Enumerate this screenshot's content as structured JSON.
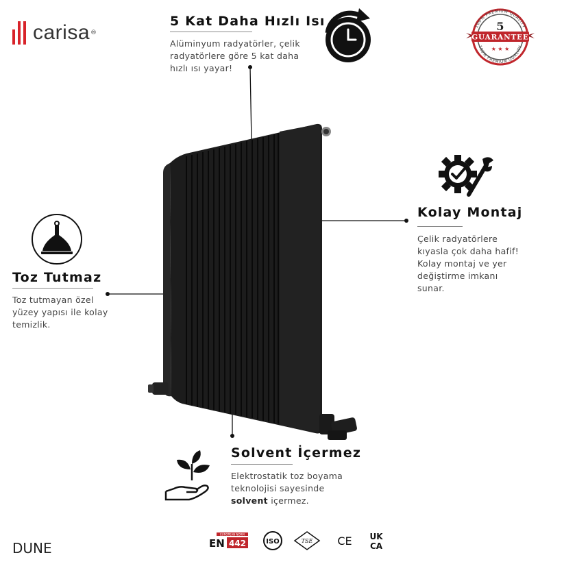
{
  "brand": {
    "name": "carisa",
    "registered": "®",
    "accent_color": "#d8232a"
  },
  "badge": {
    "top_text": "100% PREMIUM QUALITY",
    "number": "5",
    "banner": "GUARANTEE",
    "bottom_text": "100% PREMIUM QUALITY",
    "color": "#c0262c"
  },
  "features": {
    "fast_heat": {
      "title": "5 Kat Daha Hızlı Isı",
      "lines": [
        "Alüminyum radyatörler, çelik",
        "radyatörlere göre 5 kat daha",
        "hızlı ısı yayar!"
      ],
      "icon": "clock-arrow-icon"
    },
    "easy_mount": {
      "title": "Kolay Montaj",
      "lines": [
        "Çelik radyatörlere",
        "kıyasla çok daha hafif!",
        "Kolay montaj ve yer",
        "değiştirme imkanı",
        "sunar."
      ],
      "icon": "gear-wrench-icon"
    },
    "no_dust": {
      "title": "Toz Tutmaz",
      "lines": [
        "Toz tutmayan özel",
        "yüzey yapısı ile kolay",
        "temizlik."
      ],
      "icon": "duster-icon"
    },
    "no_solvent": {
      "title": "Solvent İçermez",
      "lines": [
        "Elektrostatik toz boyama",
        "teknolojisi sayesinde"
      ],
      "last_bold": "solvent",
      "last_rest": " içermez.",
      "icon": "hand-plant-icon"
    }
  },
  "model": "DUNE",
  "certs": {
    "en_top": "EUROPEAN NORM",
    "en_left": "EN",
    "en_num": "442",
    "iso": "ISO",
    "tse": "TSE",
    "ce": "CE",
    "ukca_top": "UK",
    "ukca_bottom": "CA"
  }
}
